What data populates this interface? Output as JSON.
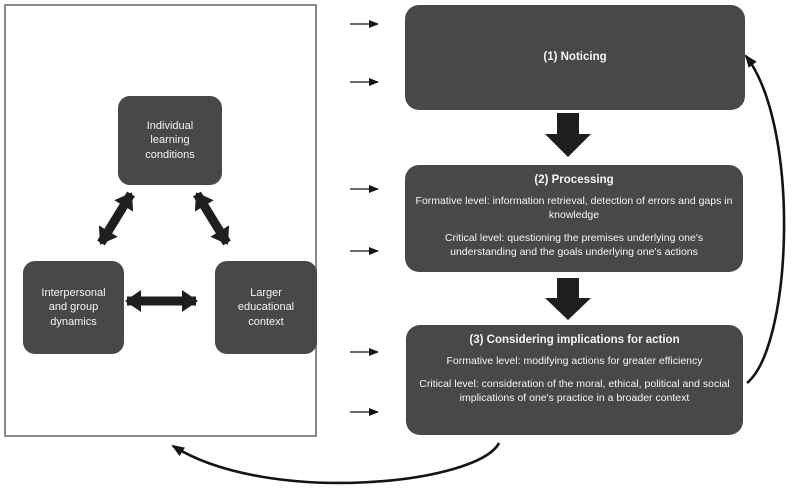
{
  "colors": {
    "box_fill": "#484848",
    "box_text": "#f5f5f5",
    "arrow_dark": "#1f1f1f",
    "panel_border": "#8a8a8a",
    "background": "#ffffff"
  },
  "context_panel": {
    "boxes": [
      {
        "label": "Individual learning conditions"
      },
      {
        "label": "Interpersonal and group dynamics"
      },
      {
        "label": "Larger educational context"
      }
    ]
  },
  "stages": [
    {
      "title": "(1) Noticing",
      "lines": []
    },
    {
      "title": "(2) Processing",
      "lines": [
        "Formative level: information retrieval, detection of errors and gaps in knowledge",
        "Critical level: questioning the premises underlying one's understanding and the goals underlying one's actions"
      ]
    },
    {
      "title": "(3) Considering implications for action",
      "lines": [
        "Formative level: modifying actions for greater efficiency",
        "Critical level: consideration of the moral, ethical, political and social implications of one's practice in a broader context"
      ]
    }
  ],
  "arrows": {
    "context_double_arrows": 3,
    "stage_input_arrows": 6,
    "down_block_arrows": 2,
    "feedback_arrows": [
      "stage3-to-stage1",
      "stage3-to-context-panel"
    ]
  }
}
